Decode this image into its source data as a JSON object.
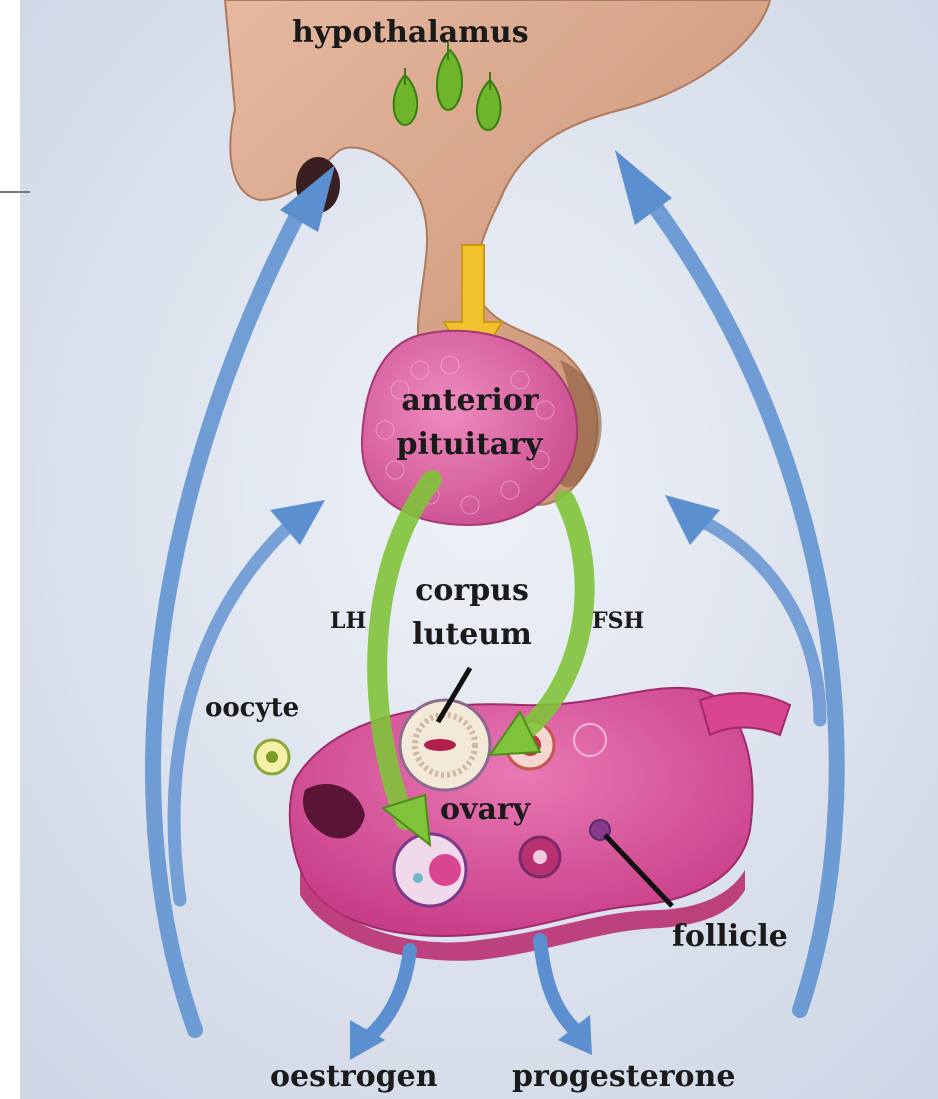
{
  "labels": {
    "hypothalamus": "hypothalamus",
    "anterior": "anterior",
    "pituitary": "pituitary",
    "lh": "LH",
    "corpus": "corpus",
    "luteum": "luteum",
    "fsh": "FSH",
    "oocyte": "oocyte",
    "ovary": "ovary",
    "follicle": "follicle",
    "oestrogen": "oestrogen",
    "progesterone": "progesterone"
  },
  "colors": {
    "background": "#dde3ee",
    "brain_tissue": "#d9a98f",
    "pituitary": "#d9609e",
    "ovary": "#d9458f",
    "feedback_arrow": "#5b8fcf",
    "hormone_arrow": "#7fc33a",
    "releasing_arrow": "#f2c12e"
  }
}
